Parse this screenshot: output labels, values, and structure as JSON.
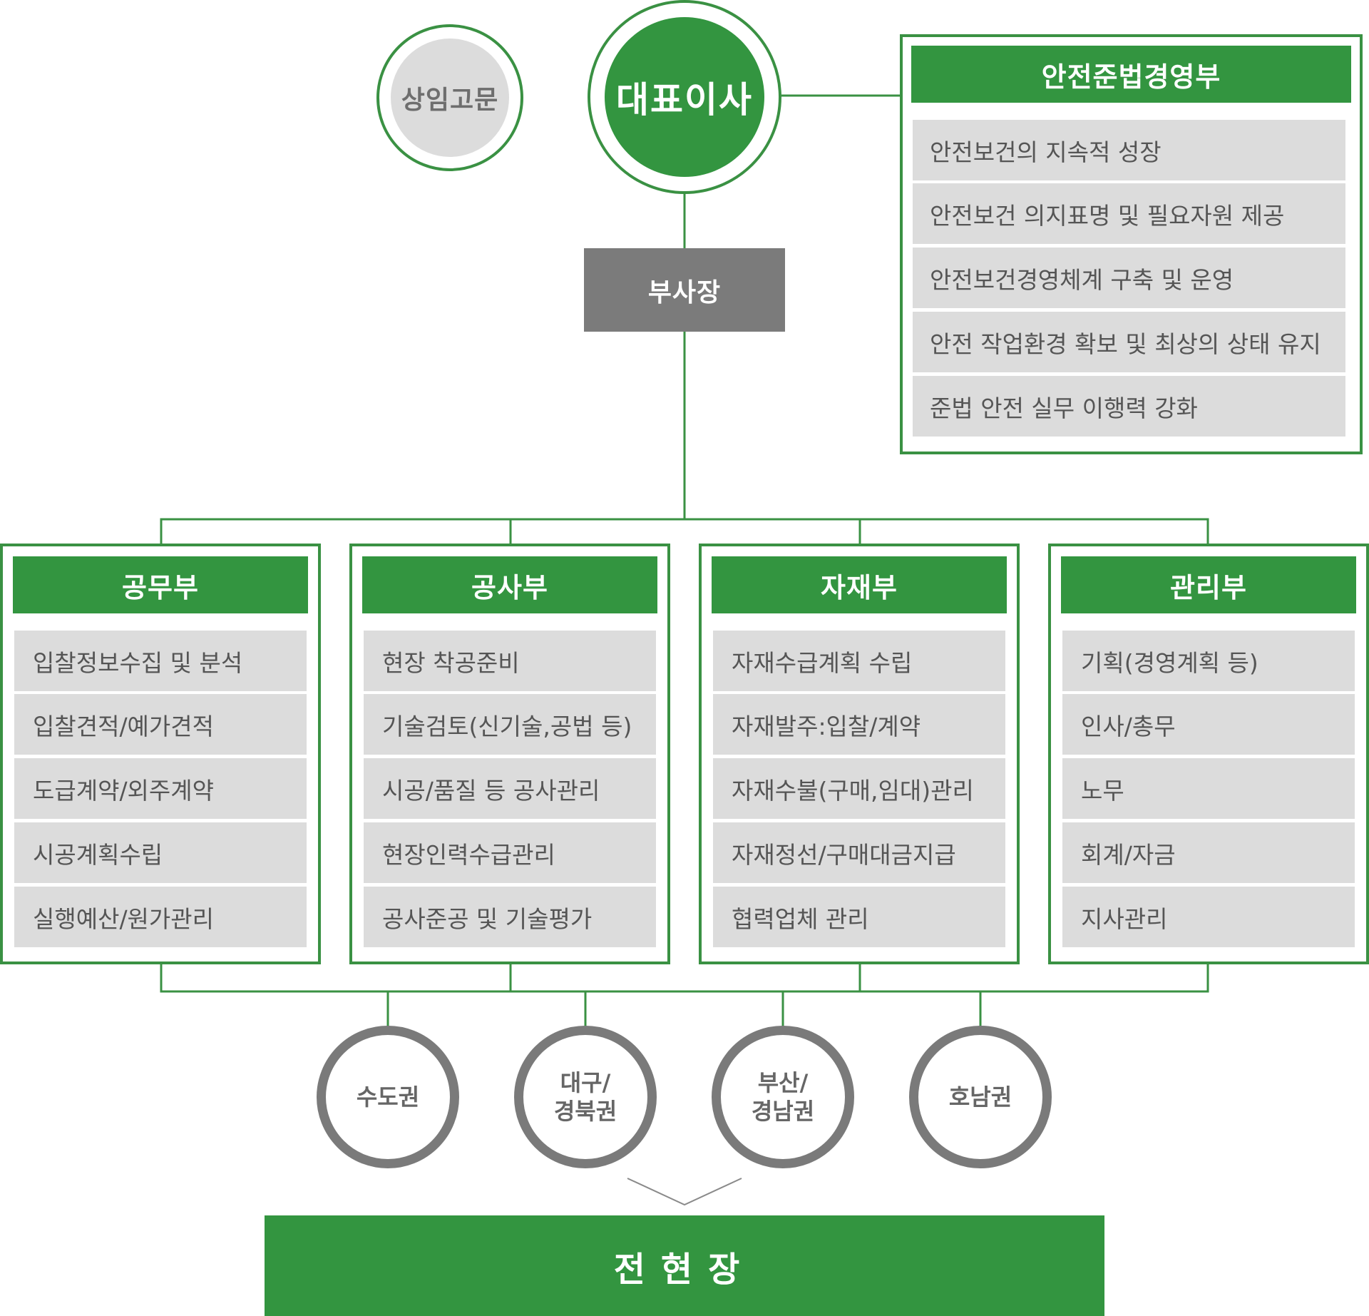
{
  "advisor": {
    "label": "상임고문"
  },
  "ceo": {
    "label": "대표이사"
  },
  "vice_president": {
    "label": "부사장"
  },
  "safety_dept": {
    "title": "안전준법경영부",
    "items": [
      "안전보건의 지속적 성장",
      "안전보건 의지표명 및 필요자원 제공",
      "안전보건경영체계 구축 및 운영",
      "안전 작업환경 확보 및 최상의 상태 유지",
      "준법 안전 실무 이행력 강화"
    ]
  },
  "departments": [
    {
      "title": "공무부",
      "items": [
        "입찰정보수집 및 분석",
        "입찰견적/예가견적",
        "도급계약/외주계약",
        "시공계획수립",
        "실행예산/원가관리"
      ]
    },
    {
      "title": "공사부",
      "items": [
        "현장 착공준비",
        "기술검토(신기술,공법 등)",
        "시공/품질 등 공사관리",
        "현장인력수급관리",
        "공사준공 및 기술평가"
      ]
    },
    {
      "title": "자재부",
      "items": [
        "자재수급계획 수립",
        "자재발주:입찰/계약",
        "자재수불(구매,임대)관리",
        "자재정선/구매대금지급",
        "협력업체 관리"
      ]
    },
    {
      "title": "관리부",
      "items": [
        "기획(경영계획 등)",
        "인사/총무",
        "노무",
        "회계/자금",
        "지사관리"
      ]
    }
  ],
  "regions": [
    "수도권",
    "대구/\n경북권",
    "부산/\n경남권",
    "호남권"
  ],
  "all_sites": {
    "label": "전현장"
  },
  "colors": {
    "green": "#339540",
    "gray_box": "#7b7b7b",
    "light_gray": "#dcdcdc",
    "region_ring": "#7a7a7a"
  }
}
